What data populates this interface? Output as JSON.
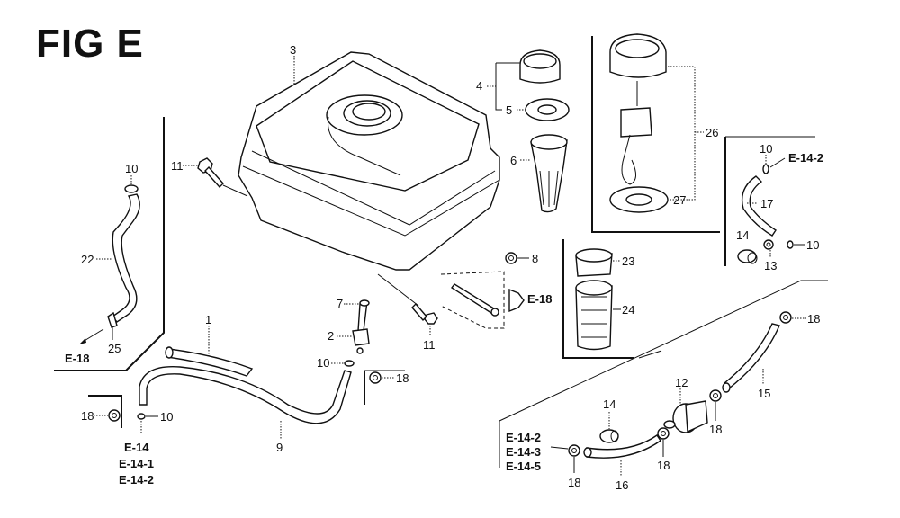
{
  "figure": {
    "title": "FIG E"
  },
  "callouts": {
    "c1": "1",
    "c2": "2",
    "c3": "3",
    "c4": "4",
    "c5": "5",
    "c6": "6",
    "c7": "7",
    "c8": "8",
    "c9": "9",
    "c10a": "10",
    "c10b": "10",
    "c10c": "10",
    "c10d": "10",
    "c10e": "10",
    "c11a": "11",
    "c11b": "11",
    "c12": "12",
    "c13": "13",
    "c14a": "14",
    "c14b": "14",
    "c15": "15",
    "c16": "16",
    "c17": "17",
    "c18a": "18",
    "c18b": "18",
    "c18c": "18",
    "c18d": "18",
    "c18e": "18",
    "c18f": "18",
    "c22": "22",
    "c23": "23",
    "c24": "24",
    "c25": "25",
    "c26": "26",
    "c27": "27"
  },
  "references": {
    "left_top": "E-18",
    "left_bottom": [
      "E-14",
      "E-14-1",
      "E-14-2"
    ],
    "center": "E-18",
    "right_top": "E-14-2",
    "bottom_right": [
      "E-14-2",
      "E-14-3",
      "E-14-5"
    ]
  }
}
